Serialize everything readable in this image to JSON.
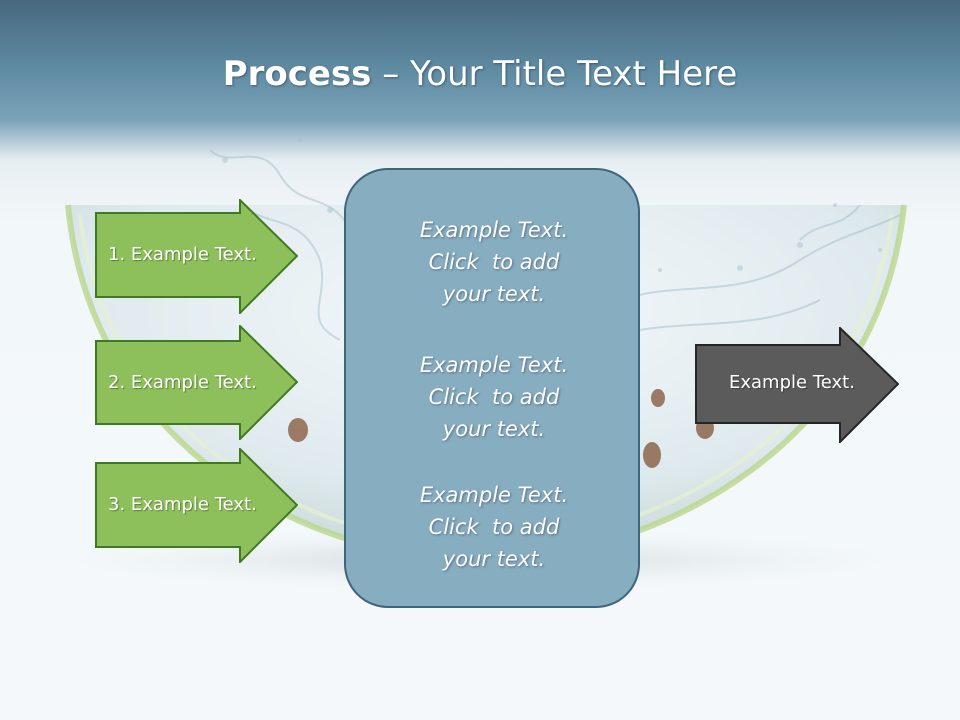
{
  "slide": {
    "title_bold": "Process",
    "title_rest": " – Your Title Text Here",
    "colors": {
      "header": "#5f8ba3",
      "green_arrow": "#8dc05a",
      "green_border": "#3f7a22",
      "center_box": "#87adc1",
      "dark_arrow": "#5b5b5b"
    },
    "left_arrows": [
      {
        "label": "1. Example Text."
      },
      {
        "label": "2. Example Text."
      },
      {
        "label": "3. Example Text."
      }
    ],
    "center_items": [
      {
        "line1": "Example Text.",
        "line2": "Click  to add",
        "line3": "your text."
      },
      {
        "line1": "Example Text.",
        "line2": "Click  to add",
        "line3": "your text."
      },
      {
        "line1": "Example Text.",
        "line2": "Click  to add",
        "line3": "your text."
      }
    ],
    "right_arrow": {
      "label": "Example Text."
    }
  }
}
